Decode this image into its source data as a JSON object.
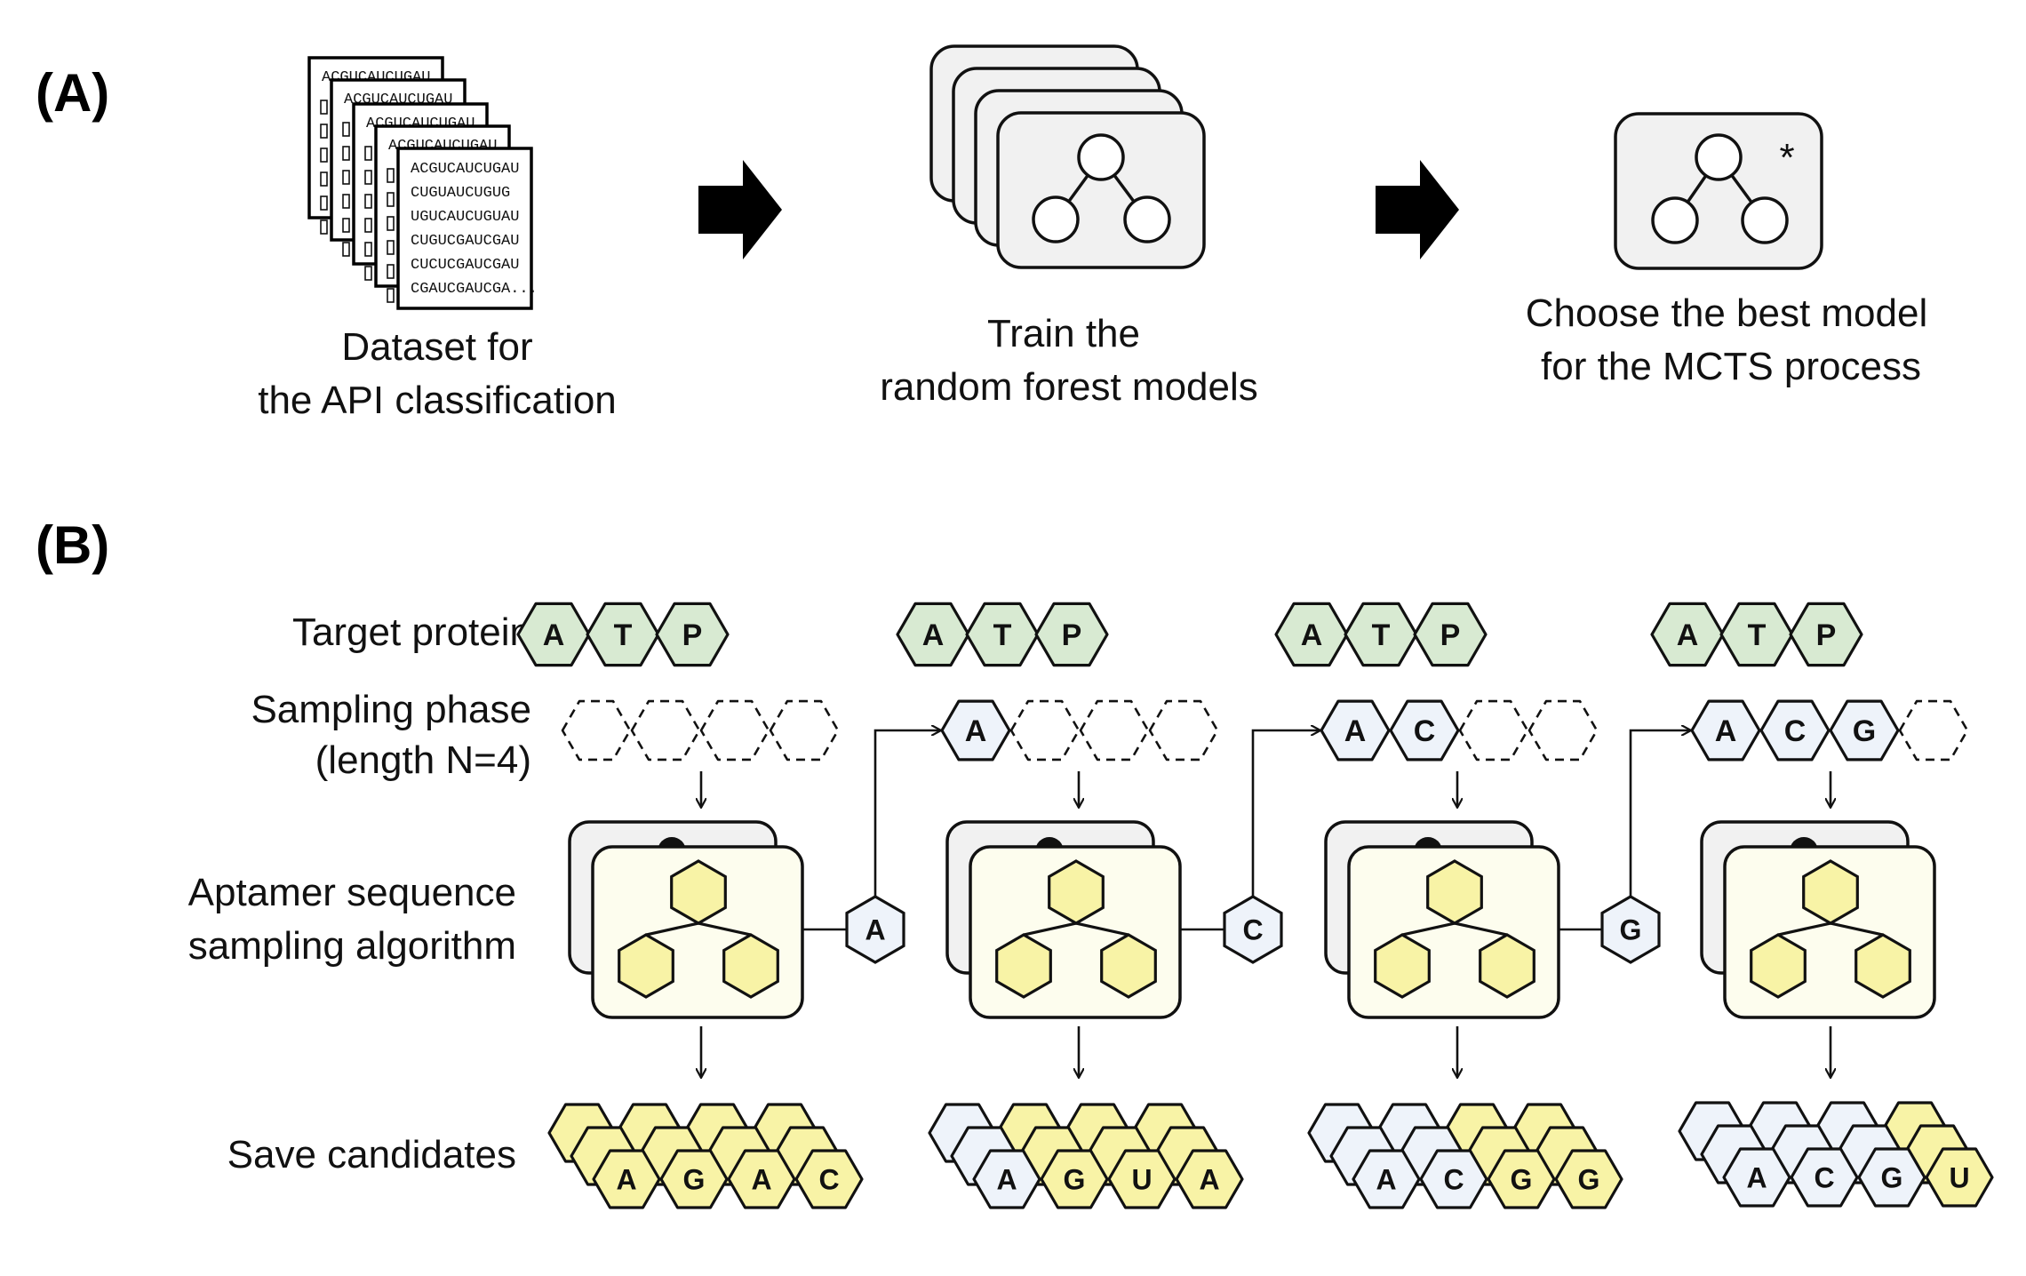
{
  "panel_a": {
    "label": "(A)",
    "dataset": {
      "caption_lines": [
        "Dataset for",
        "the API classification"
      ],
      "front_sheet_lines": [
        "ACGUCAUCUGAU",
        "CUGUAUCUGUG",
        "UGUCAUCUGUAU",
        "CUGUCGAUCGAU",
        "CUCUCGAUCGAU",
        "CGAUCGAUCGA..."
      ],
      "back_sheet_headers": [
        "ACGUCAUCUGAU",
        "ACGUCAUCUGAU",
        "ACGUCAUCUGAU",
        "ACGUCAUCUGAU"
      ]
    },
    "train": {
      "caption_lines": [
        "Train the",
        "random forest models"
      ]
    },
    "best": {
      "caption_lines": [
        "Choose the best model",
        "for the MCTS process"
      ],
      "marker": "*"
    }
  },
  "panel_b": {
    "label": "(B)",
    "row_labels": {
      "target": "Target protein",
      "sampling_1": "Sampling phase",
      "sampling_2": "(length N=4)",
      "algorithm_1": "Aptamer sequence",
      "algorithm_2": "sampling algorithm",
      "save": "Save candidates"
    },
    "target_protein": [
      "A",
      "T",
      "P"
    ],
    "steps": [
      {
        "sampled": [
          "",
          "",
          "",
          ""
        ],
        "output": "A",
        "candidates": [
          "A",
          "G",
          "A",
          "C"
        ],
        "fixed_count": 0
      },
      {
        "sampled": [
          "A",
          "",
          "",
          ""
        ],
        "output": "C",
        "candidates": [
          "A",
          "G",
          "U",
          "A"
        ],
        "fixed_count": 1
      },
      {
        "sampled": [
          "A",
          "C",
          "",
          ""
        ],
        "output": "G",
        "candidates": [
          "A",
          "C",
          "G",
          "G"
        ],
        "fixed_count": 2
      },
      {
        "sampled": [
          "A",
          "C",
          "G",
          ""
        ],
        "output": "",
        "candidates": [
          "A",
          "C",
          "G",
          "U"
        ],
        "fixed_count": 3
      }
    ],
    "colors": {
      "target_fill": "#d8ead2",
      "sampled_fill": "#eef3fa",
      "candidate_fill": "#f8f3a6",
      "model_fill": "#fdfdee",
      "model_back_fill": "#f1f1f1",
      "stroke": "#111111"
    }
  }
}
